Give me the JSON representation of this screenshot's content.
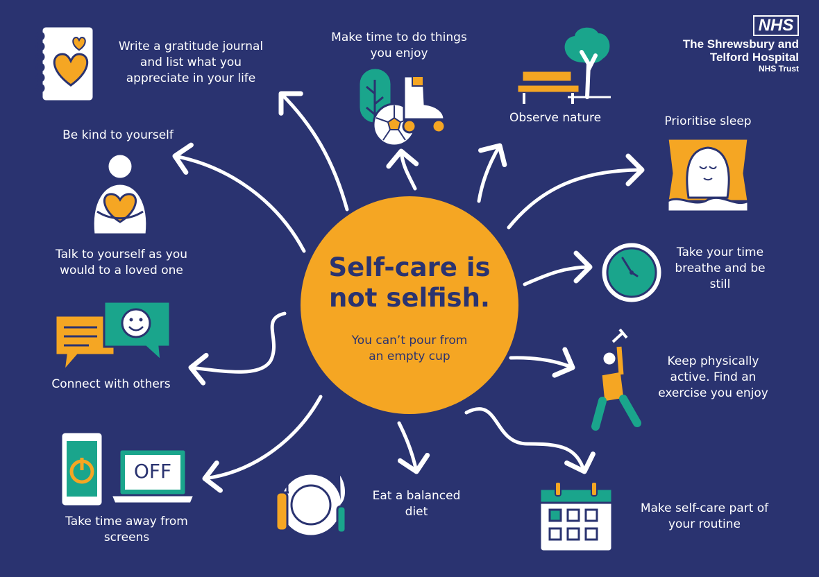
{
  "branding": {
    "logo": "NHS",
    "trust_name": "The Shrewsbury and\nTelford Hospital",
    "trust_suffix": "NHS Trust"
  },
  "center": {
    "title": "Self-care is\nnot selfish.",
    "subtitle": "You can’t pour from\nan empty cup"
  },
  "tips": {
    "gratitude": "Write a gratitude journal\nand list what you\nappreciate in your life",
    "enjoy": "Make time to do things\nyou enjoy",
    "nature": "Observe nature",
    "sleep": "Prioritise sleep",
    "kind": "Be kind to yourself",
    "talk": "Talk to yourself as you\nwould to a loved one",
    "breathe": "Take your time\nbreathe and be\nstill",
    "connect": "Connect with others",
    "active": "Keep physically\nactive. Find an\nexercise you enjoy",
    "screen_off": "OFF",
    "screens": "Take time away from\nscreens",
    "diet": "Eat a balanced\ndiet",
    "routine": "Make self-care part of\nyour routine"
  },
  "icons": [
    "journal-icon",
    "plant-icon",
    "football-icon",
    "roller-skate-icon",
    "bench-icon",
    "tree-icon",
    "sleeping-person-icon",
    "hugging-heart-person-icon",
    "clock-icon",
    "chat-bubbles-icon",
    "exercise-person-icon",
    "phone-power-icon",
    "laptop-off-icon",
    "plate-cutlery-icon",
    "calendar-icon"
  ],
  "colors": {
    "background": "#2a3370",
    "accent": "#f5a623",
    "teal": "#1aa58c",
    "white": "#ffffff"
  }
}
